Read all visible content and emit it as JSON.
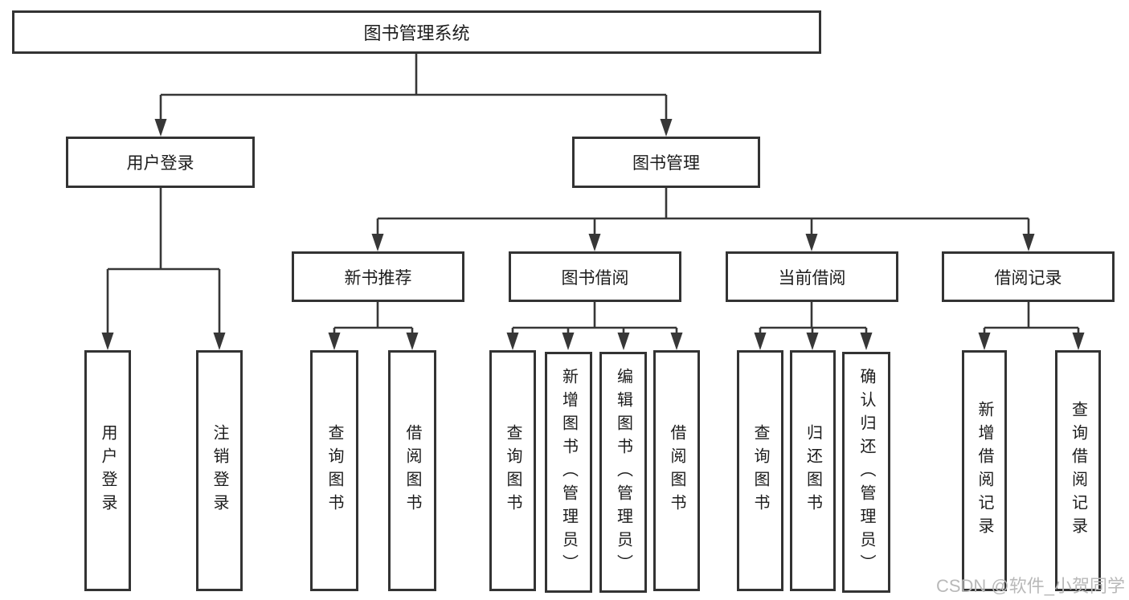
{
  "diagram": {
    "root": {
      "label": "图书管理系统"
    },
    "level2": [
      "用户登录",
      "图书管理"
    ],
    "level3": [
      "新书推荐",
      "图书借阅",
      "当前借阅",
      "借阅记录"
    ],
    "leaves": {
      "user_login": [
        "用户登录",
        "注销登录"
      ],
      "new_book_recommend": [
        "查询图书",
        "借阅图书"
      ],
      "book_borrowing": [
        "查询图书",
        "新增图书（管理员）",
        "编辑图书（管理员）",
        "借阅图书"
      ],
      "current_borrowing": [
        "查询图书",
        "归还图书",
        "确认归还（管理员）"
      ],
      "borrowing_records": [
        "新增借阅记录",
        "查询借阅记录"
      ]
    }
  },
  "watermark": {
    "text": "CSDN @软件_小贺同学"
  },
  "colors": {
    "line": "#373737",
    "box_border": "#333333",
    "text": "#1c1c1c",
    "background": "#ffffff",
    "watermark": "#b9b9b9"
  }
}
